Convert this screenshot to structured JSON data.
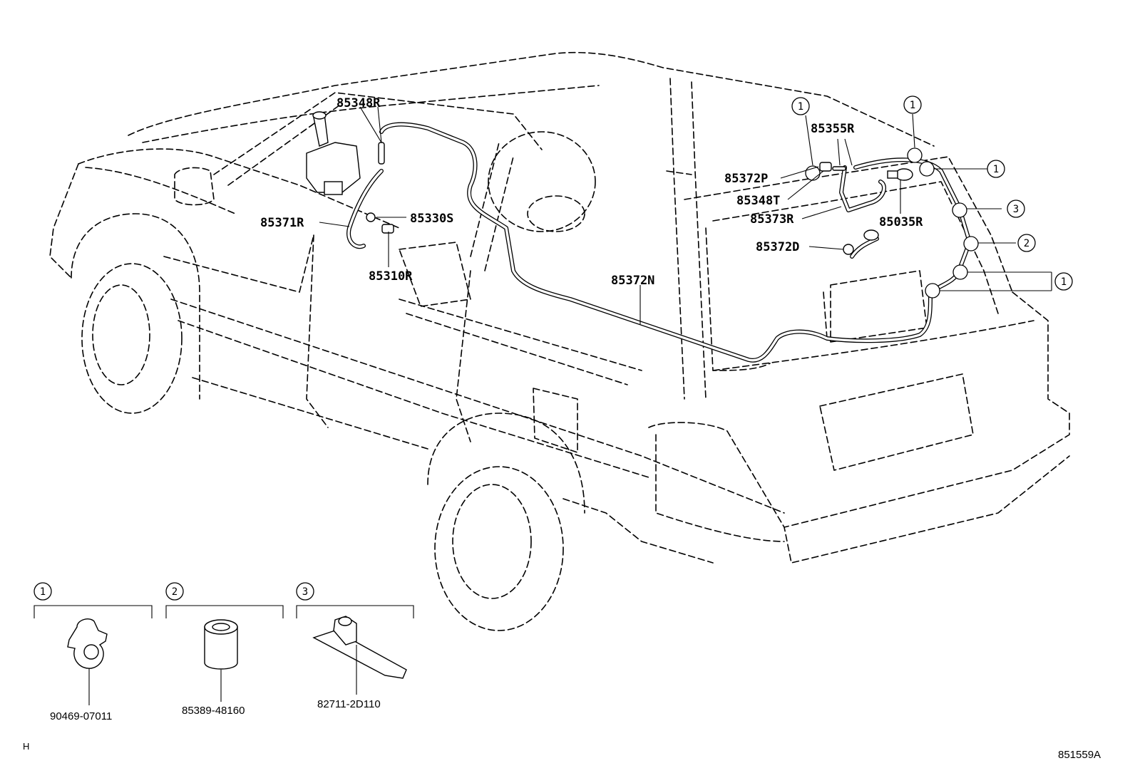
{
  "part_labels": {
    "p85348R": "85348R",
    "p85371R": "85371R",
    "p85330S": "85330S",
    "p85310R": "85310R",
    "p85372N": "85372N",
    "p85355R": "85355R",
    "p85372P": "85372P",
    "p85348T": "85348T",
    "p85373R": "85373R",
    "p85035R": "85035R",
    "p85372D": "85372D"
  },
  "callout_markers": {
    "c1": "1",
    "c2": "2",
    "c3": "3"
  },
  "legend": [
    {
      "marker": "1",
      "part_no": "90469-07011"
    },
    {
      "marker": "2",
      "part_no": "85389-48160"
    },
    {
      "marker": "3",
      "part_no": "82711-2D110"
    }
  ],
  "corner_mark": "H",
  "diagram_code": "851559A"
}
